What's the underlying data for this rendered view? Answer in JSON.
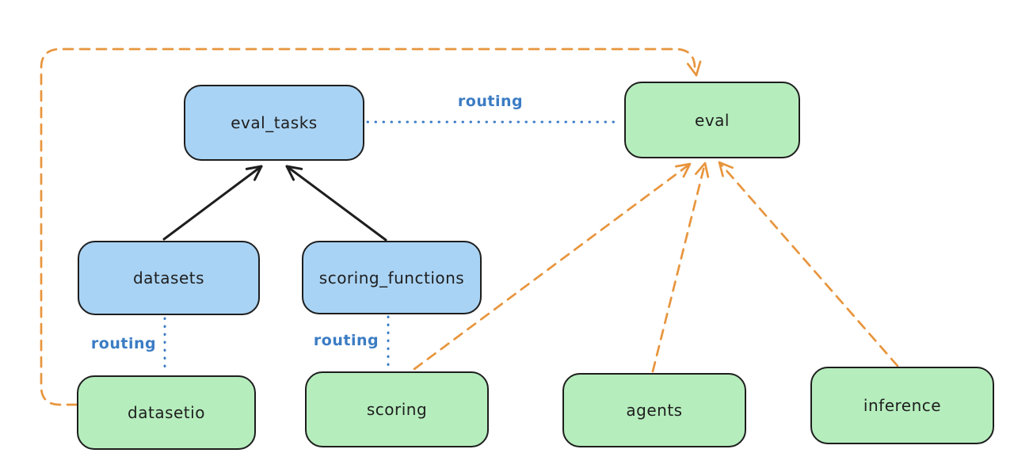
{
  "diagram": {
    "nodes": {
      "eval_tasks": {
        "label": "eval_tasks",
        "kind": "resource"
      },
      "eval": {
        "label": "eval",
        "kind": "api"
      },
      "datasets": {
        "label": "datasets",
        "kind": "resource"
      },
      "scoring_functions": {
        "label": "scoring_functions",
        "kind": "resource"
      },
      "datasetio": {
        "label": "datasetio",
        "kind": "api"
      },
      "scoring": {
        "label": "scoring",
        "kind": "api"
      },
      "agents": {
        "label": "agents",
        "kind": "api"
      },
      "inference": {
        "label": "inference",
        "kind": "api"
      }
    },
    "edge_labels": {
      "eval_tasks_to_eval": "routing",
      "datasets_to_datasetio": "routing",
      "scoring_functions_to_scoring": "routing"
    },
    "edges": [
      {
        "from": "datasets",
        "to": "eval_tasks",
        "style": "solid-arrow",
        "label": ""
      },
      {
        "from": "scoring_functions",
        "to": "eval_tasks",
        "style": "solid-arrow",
        "label": ""
      },
      {
        "from": "eval_tasks",
        "to": "eval",
        "style": "dotted",
        "label": "routing"
      },
      {
        "from": "datasets",
        "to": "datasetio",
        "style": "dotted",
        "label": "routing"
      },
      {
        "from": "scoring_functions",
        "to": "scoring",
        "style": "dotted",
        "label": "routing"
      },
      {
        "from": "datasetio",
        "to": "eval",
        "style": "dashed-arrow",
        "label": ""
      },
      {
        "from": "scoring",
        "to": "eval",
        "style": "dashed-arrow",
        "label": ""
      },
      {
        "from": "agents",
        "to": "eval",
        "style": "dashed-arrow",
        "label": ""
      },
      {
        "from": "inference",
        "to": "eval",
        "style": "dashed-arrow",
        "label": ""
      }
    ],
    "colors": {
      "resource_fill": "#a9d3f4",
      "api_fill": "#b6edbd",
      "stroke": "#1e1e1e",
      "routing_line": "#3b7cc4",
      "dependency_line": "#e8953d",
      "background": "#ffffff"
    }
  }
}
